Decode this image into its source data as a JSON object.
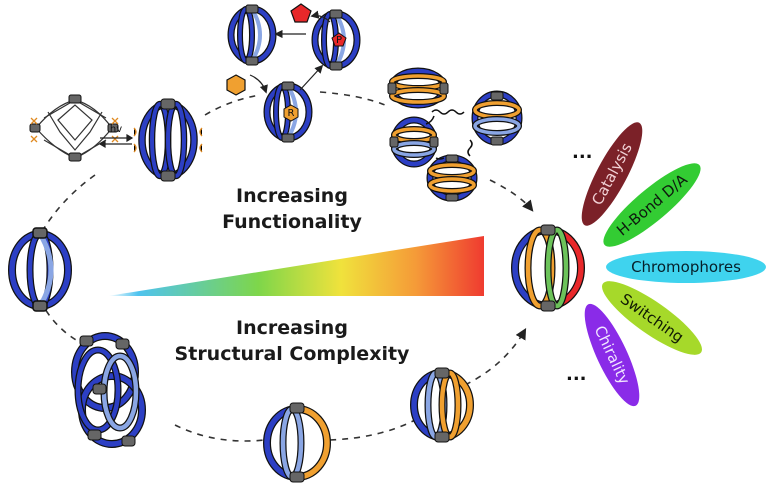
{
  "labels": {
    "functionality_line1": "Increasing",
    "functionality_line2": "Functionality",
    "complexity_line1": "Increasing",
    "complexity_line2": "Structural Complexity",
    "photo_switch": "hv",
    "guest_reactant": "R",
    "guest_product": "P",
    "ellipsis_top": "...",
    "ellipsis_bottom": "..."
  },
  "petals": [
    {
      "label": "Catalysis",
      "color": "#7b2128",
      "text_color": "#f2d2d6"
    },
    {
      "label": "H-Bond D/A",
      "color": "#33cc33",
      "text_color": "#0e1a0e"
    },
    {
      "label": "Chromophores",
      "color": "#3fd3ee",
      "text_color": "#06202a"
    },
    {
      "label": "Switching",
      "color": "#a6d92a",
      "text_color": "#101a04"
    },
    {
      "label": "Chirality",
      "color": "#8a2be8",
      "text_color": "#f1e6ff"
    }
  ],
  "colors": {
    "cage_blue": "#2c3fc4",
    "cage_light_blue": "#7d9ade",
    "cage_orange": "#f0a030",
    "cage_red": "#e8282a",
    "cage_green": "#6cc35a",
    "node_gray": "#666666",
    "reactant_hex": "#f0a030",
    "product_pentagon": "#e8282a",
    "gradient_start": "#5ac8f0",
    "gradient_mid": "#8ed84a",
    "gradient_yellow": "#f2e23c",
    "gradient_end": "#f04030"
  }
}
